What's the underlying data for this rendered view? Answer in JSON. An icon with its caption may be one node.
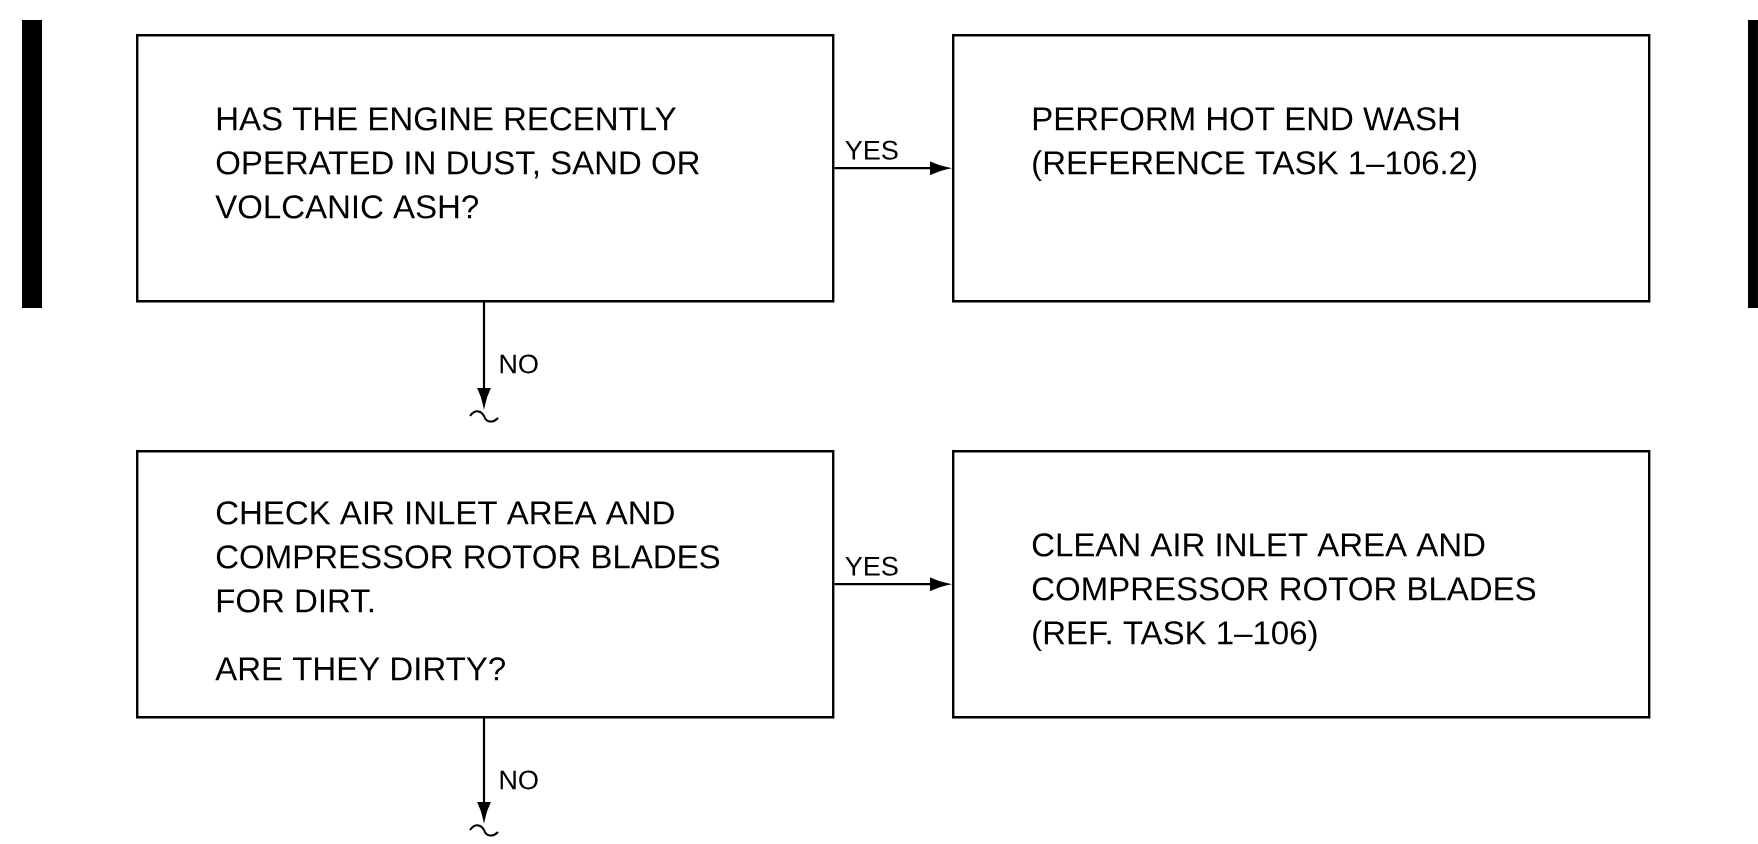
{
  "diagram": {
    "nodes": [
      {
        "text": [
          "HAS THE ENGINE RECENTLY OPERATED IN DUST, SAND OR VOLCANIC ASH?"
        ]
      },
      {
        "text": [
          "PERFORM HOT END WASH (REFERENCE TASK 1–106.2)"
        ]
      },
      {
        "text": [
          "CHECK AIR INLET AREA AND COMPRESSOR ROTOR BLADES FOR DIRT.",
          "ARE THEY DIRTY?"
        ]
      },
      {
        "text": [
          "CLEAN AIR INLET AREA AND COMPRESSOR ROTOR BLADES (REF. TASK 1–106)"
        ]
      }
    ],
    "edges": [
      {
        "from": 0,
        "to": 1,
        "arrow": "to",
        "label": "YES"
      },
      {
        "from": 0,
        "to": null,
        "arrow": "to",
        "label": "NO"
      },
      {
        "from": 2,
        "to": 3,
        "arrow": "to",
        "label": "YES"
      },
      {
        "from": 2,
        "to": null,
        "arrow": "to",
        "label": "NO"
      }
    ]
  }
}
